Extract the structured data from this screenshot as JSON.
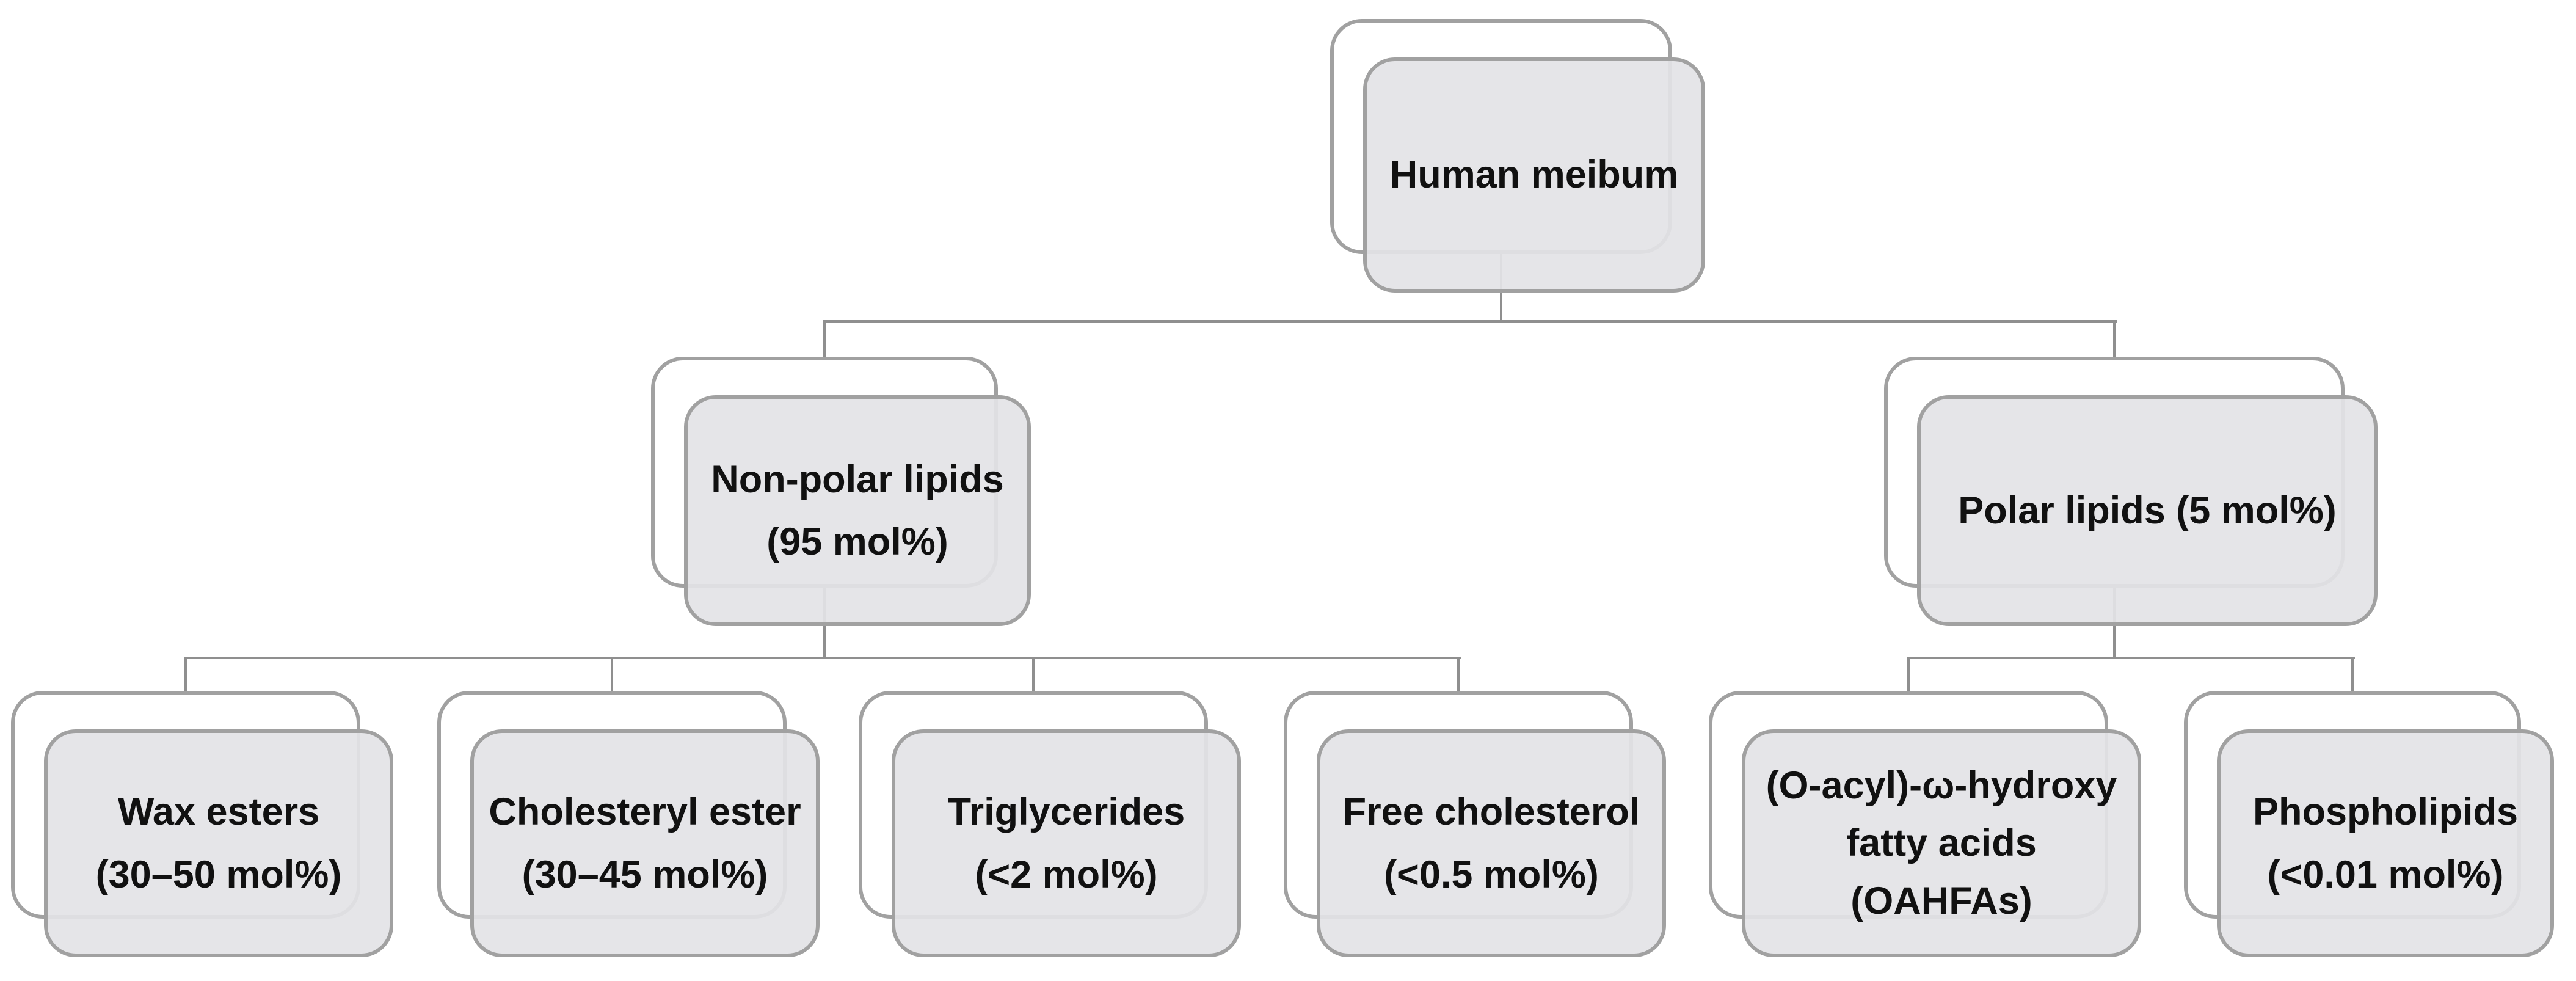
{
  "figure": {
    "type": "hierarchy-tree",
    "description_root_label": "Human meibum",
    "background": "#ffffff"
  },
  "nodes": {
    "root": {
      "id": "human-meibum",
      "lines": [
        "Human meibum"
      ]
    },
    "non_polar": {
      "id": "non-polar-lipids",
      "lines": [
        "Non-polar lipids",
        "(95 mol%)"
      ]
    },
    "polar": {
      "id": "polar-lipids",
      "lines": [
        "Polar lipids (5 mol%)"
      ]
    },
    "wax": {
      "id": "wax-esters",
      "lines": [
        "Wax esters",
        "(30–50 mol%)"
      ]
    },
    "chol": {
      "id": "cholesteryl-ester",
      "lines": [
        "Cholesteryl ester",
        "(30–45 mol%)"
      ]
    },
    "trig": {
      "id": "triglycerides",
      "lines": [
        "Triglycerides",
        "(<2 mol%)"
      ]
    },
    "free": {
      "id": "free-cholesterol",
      "lines": [
        "Free cholesterol",
        "(<0.5 mol%)"
      ]
    },
    "oahfa": {
      "id": "oahfas",
      "lines": [
        "(O-acyl)-ω-hydroxy",
        "fatty acids",
        "(OAHFAs)"
      ]
    },
    "phos": {
      "id": "phospholipids",
      "lines": [
        "Phospholipids",
        "(<0.01 mol%)"
      ]
    }
  },
  "edges": [
    {
      "from": "human-meibum",
      "to": "non-polar-lipids"
    },
    {
      "from": "human-meibum",
      "to": "polar-lipids"
    },
    {
      "from": "non-polar-lipids",
      "to": "wax-esters"
    },
    {
      "from": "non-polar-lipids",
      "to": "cholesteryl-ester"
    },
    {
      "from": "non-polar-lipids",
      "to": "triglycerides"
    },
    {
      "from": "non-polar-lipids",
      "to": "free-cholesterol"
    },
    {
      "from": "polar-lipids",
      "to": "oahfas"
    },
    {
      "from": "polar-lipids",
      "to": "phospholipids"
    }
  ],
  "colors": {
    "card_fill": "#e4e4e6",
    "card_border": "#a1a1a1",
    "shadow_fill": "#ffffff",
    "connector": "#8f8f8f",
    "text": "#111111"
  }
}
